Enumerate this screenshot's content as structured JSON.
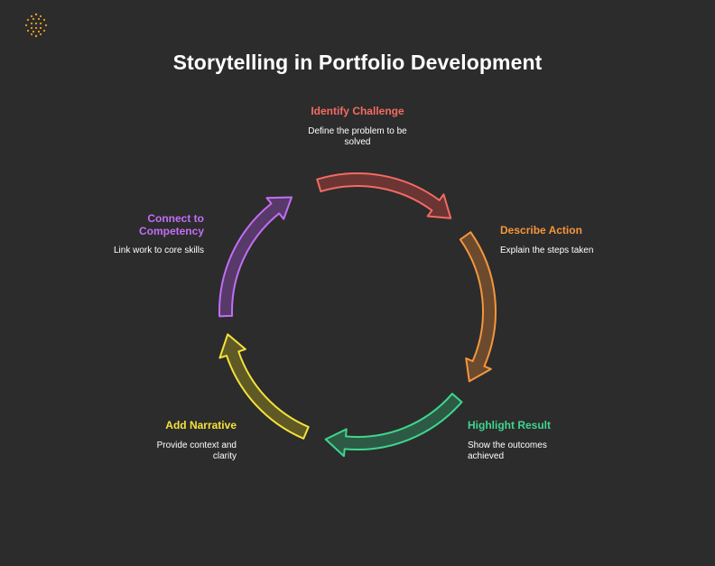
{
  "title": "Storytelling in Portfolio Development",
  "steps": [
    {
      "title": "Identify Challenge",
      "description": "Define the problem to be solved",
      "color": "#f36b63",
      "fill": "#6a3532"
    },
    {
      "title": "Describe Action",
      "description": "Explain the steps taken",
      "color": "#f5963c",
      "fill": "#6c4a2e"
    },
    {
      "title": "Highlight Result",
      "description": "Show the outcomes achieved",
      "color": "#3ed68f",
      "fill": "#2d5a44"
    },
    {
      "title": "Add Narrative",
      "description": "Provide context and clarity",
      "color": "#f4e23a",
      "fill": "#5f5a25"
    },
    {
      "title": "Connect to Competency",
      "description": "Link work to core skills",
      "color": "#c36ef5",
      "fill": "#57396a"
    }
  ],
  "icons": {
    "logo": "dotted-sphere-logo-icon"
  },
  "colors": {
    "background": "#2c2c2c",
    "logo": "#f0a020"
  }
}
